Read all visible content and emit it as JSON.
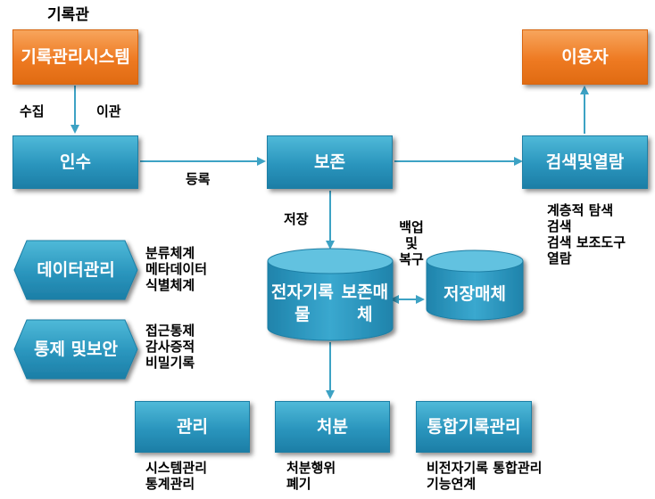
{
  "title": "기록관",
  "colors": {
    "process": "#2a95bd",
    "endpoint": "#ee7a22",
    "arrow": "#3da2c4"
  },
  "boxes": {
    "records_system": [
      "기록관리",
      "시스템"
    ],
    "user": "이용자",
    "intake": "인수",
    "preservation": "보존",
    "search": "검색및열람",
    "data_mgmt": [
      "데이터",
      "관리"
    ],
    "control": [
      "통제 및",
      "보안"
    ],
    "e_records": [
      "전자기록물",
      "보존매체"
    ],
    "storage": "저장매체",
    "management": "관리",
    "disposal": "처분",
    "integrated": [
      "통합",
      "기록관리"
    ]
  },
  "edge_labels": {
    "collect": "수집",
    "transfer": "이관",
    "register": "등록",
    "save": "저장",
    "backup": [
      "백업",
      "및",
      "복구"
    ]
  },
  "notes": {
    "search": [
      "계층적 탐색",
      "검색",
      "검색 보조도구",
      "열람"
    ],
    "data_mgmt": [
      "분류체계",
      "메타데이터",
      "식별체계"
    ],
    "control": [
      "접근통제",
      "감사증적",
      "비밀기록"
    ],
    "management": [
      "시스템관리",
      "통계관리"
    ],
    "disposal": [
      "처분행위",
      "폐기"
    ],
    "integrated": [
      "비전자기록 통합관리",
      "기능연계"
    ]
  }
}
